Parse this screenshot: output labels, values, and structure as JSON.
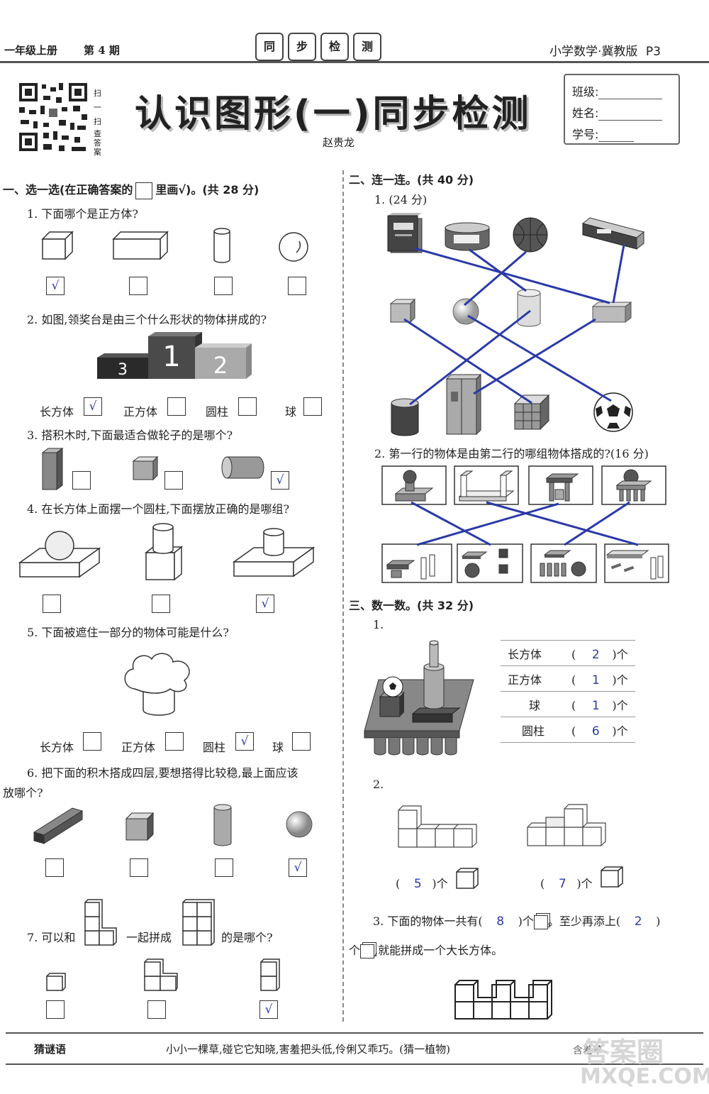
{
  "header": {
    "grade": "一年级上册",
    "issue": "第 4 期",
    "banner": [
      "同",
      "步",
      "检",
      "测"
    ],
    "subject": "小学数学·冀教版",
    "page": "P3",
    "qr_hint": [
      "扫",
      "一",
      "扫",
      "查答案"
    ]
  },
  "title": "认识图形(一)同步检测",
  "author": "赵贵龙",
  "info": {
    "class": "班级:",
    "name": "姓名:",
    "number": "学号:"
  },
  "section1": {
    "heading_a": "一、选一选(在正确答案的",
    "heading_b": "里画√)。(共 28 分)",
    "q1": "1. 下面哪个是正方体?",
    "q2": "2. 如图,领奖台是由三个什么形状的物体拼成的?",
    "q2_options": [
      "长方体",
      "正方体",
      "圆柱",
      "球"
    ],
    "podium": [
      "3",
      "1",
      "2"
    ],
    "q3": "3. 搭积木时,下面最适合做轮子的是哪个?",
    "q4": "4. 在长方体上面摆一个圆柱,下面摆放正确的是哪组?",
    "q5": "5. 下面被遮住一部分的物体可能是什么?",
    "q5_options": [
      "长方体",
      "正方体",
      "圆柱",
      "球"
    ],
    "q6_a": "6. 把下面的积木搭成四层,要想搭得比较稳,最上面应该",
    "q6_b": "放哪个?",
    "q7_a": "7. 可以和",
    "q7_b": "一起拼成",
    "q7_c": "的是哪个?",
    "check": "√"
  },
  "section2": {
    "heading": "二、连一连。(共 40 分)",
    "q1": "1. (24 分)",
    "q2": "2. 第一行的物体是由第二行的哪组物体搭成的?(16 分)"
  },
  "section3": {
    "heading": "三、数一数。(共 32 分)",
    "q1": "1.",
    "table": [
      {
        "shape": "长方体",
        "count": "2",
        "unit": "个"
      },
      {
        "shape": "正方体",
        "count": "1",
        "unit": "个"
      },
      {
        "shape": "球",
        "count": "1",
        "unit": "个"
      },
      {
        "shape": "圆柱",
        "count": "6",
        "unit": "个"
      }
    ],
    "q2": "2.",
    "q2_answers": [
      "5",
      "7"
    ],
    "unit": "个",
    "q3_a": "3. 下面的物体一共有(",
    "q3_b": ")个",
    "q3_c": "。至少再添上(",
    "q3_d": ")",
    "q3_e": "个",
    "q3_f": ",就能拼成一个大长方体。",
    "q3_answers": [
      "8",
      "2"
    ]
  },
  "footer": {
    "label": "猜谜语",
    "riddle": "小小一棵草,碰它它知晓,害羞把头低,伶俐又乖巧。(猜一植物)",
    "answer": "含羞草"
  },
  "watermark": [
    "答案圈",
    "MXQE.COM"
  ],
  "colors": {
    "answer": "#2a3aa8",
    "line": "#2a3aa8"
  }
}
